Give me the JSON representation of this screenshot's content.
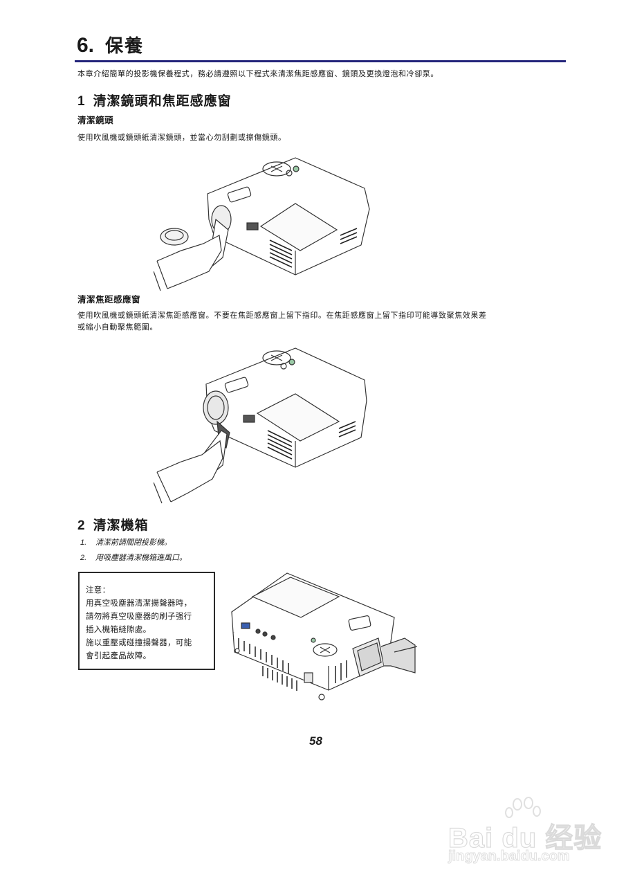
{
  "chapter": {
    "number": "6.",
    "title": "保養",
    "rule_color": "#23247a"
  },
  "intro": "本章介紹簡單的投影機保養程式，務必請遵照以下程式來清潔焦距感應窗、鏡頭及更換燈泡和冷卻泵。",
  "section1": {
    "number": "1",
    "title": "清潔鏡頭和焦距感應窗",
    "lens": {
      "heading": "清潔鏡頭",
      "text": "使用吹風機或鏡頭紙清潔鏡頭，並當心勿刮劃或擦傷鏡頭。",
      "figure": "projector-lens-cleaning-illustration"
    },
    "sensor": {
      "heading": "清潔焦距感應窗",
      "text_line1": "使用吹風機或鏡頭紙清潔焦距感應窗。不要在焦距感應窗上留下指印。在焦距感應窗上留下指印可能導致聚焦效果差",
      "text_line2": "或縮小自動聚焦範圍。",
      "figure": "projector-sensor-window-cleaning-illustration"
    }
  },
  "section2": {
    "number": "2",
    "title": "清潔機箱",
    "steps": [
      {
        "num": "1.",
        "text": "清潔前請關閉投影機。"
      },
      {
        "num": "2.",
        "text": "用吸塵器清潔機箱進風口。"
      }
    ],
    "note": {
      "lines": [
        "注意：",
        "用真空吸塵器清潔揚聲器時，",
        "請勿將真空吸塵器的刷子强行",
        "插入機箱縫隙處。",
        "施以重壓或碰撞揚聲器，可能",
        "會引起產品故障。"
      ]
    },
    "figure": "projector-vacuum-cleaning-illustration"
  },
  "page_number": "58",
  "watermark": {
    "brand": "Bai du 经验",
    "url": "jingyan.baidu.com"
  }
}
